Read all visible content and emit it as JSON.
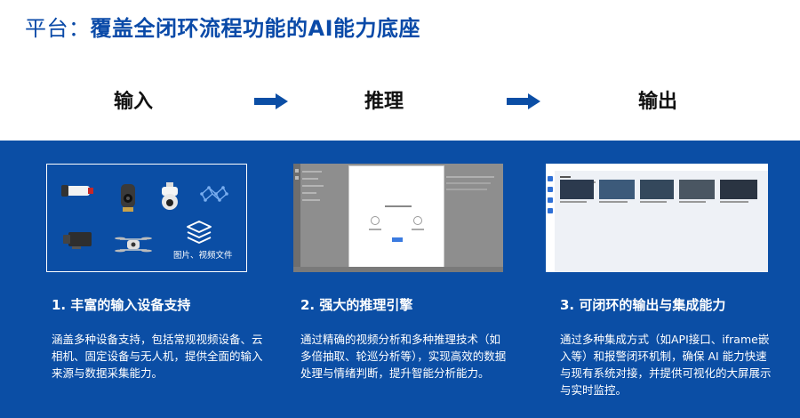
{
  "header": {
    "prefix": "平台：",
    "title": "覆盖全闭环流程功能的AI能力底座"
  },
  "flow": {
    "step1": "输入",
    "step2": "推理",
    "step3": "输出",
    "arrow_icon": "right-arrow-icon"
  },
  "colors": {
    "brand_blue": "#0b4ea5",
    "title_blue": "#0a4aa8"
  },
  "columns": [
    {
      "heading": "1. 丰富的输入设备支持",
      "text": "涵盖多种设备支持，包括常规视频设备、云相机、固定设备与无人机，提供全面的输入来源与数据采集能力。",
      "image_label": "图片、视频文件",
      "icons": [
        "bullet-camera-icon",
        "dome-camera-icon",
        "ptz-camera-icon",
        "network-icon",
        "box-camera-icon",
        "drone-icon",
        "layers-icon"
      ]
    },
    {
      "heading": "2. 强大的推理引擎",
      "text": "通过精确的视频分析和多种推理技术（如多倍抽取、轮巡分析等），实现高效的数据处理与情绪判断，提升智能分析能力。"
    },
    {
      "heading": "3. 可闭环的输出与集成能力",
      "text": "通过多种集成方式（如API接口、iframe嵌入等）和报警闭环机制，确保 AI 能力快速与现有系统对接，并提供可视化的大屏展示与实时监控。"
    }
  ]
}
